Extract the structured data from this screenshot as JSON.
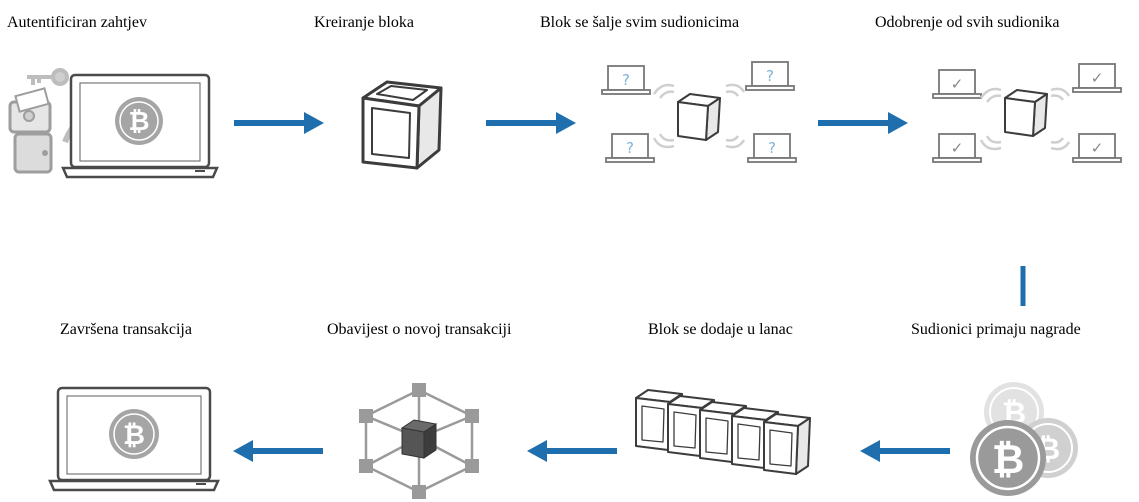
{
  "steps": {
    "authenticated_request": "Autentificiran zahtjev",
    "block_creation": "Kreiranje bloka",
    "block_sent": "Blok se šalje svim sudionicima",
    "approval": "Odobrenje od svih sudionika",
    "rewards": "Sudionici primaju nagrade",
    "added_to_chain": "Blok se dodaje u lanac",
    "notification": "Obavijest o novoj transakciji",
    "completed": "Završena transakcija"
  },
  "icons": {
    "bitcoin_symbol": "₿",
    "question_mark": "?",
    "check_mark": "✓"
  },
  "colors": {
    "arrow": "#1f6fae",
    "icon_stroke": "#555555",
    "icon_light": "#bdbdbd",
    "screen_mark": "#7fb3d5"
  }
}
